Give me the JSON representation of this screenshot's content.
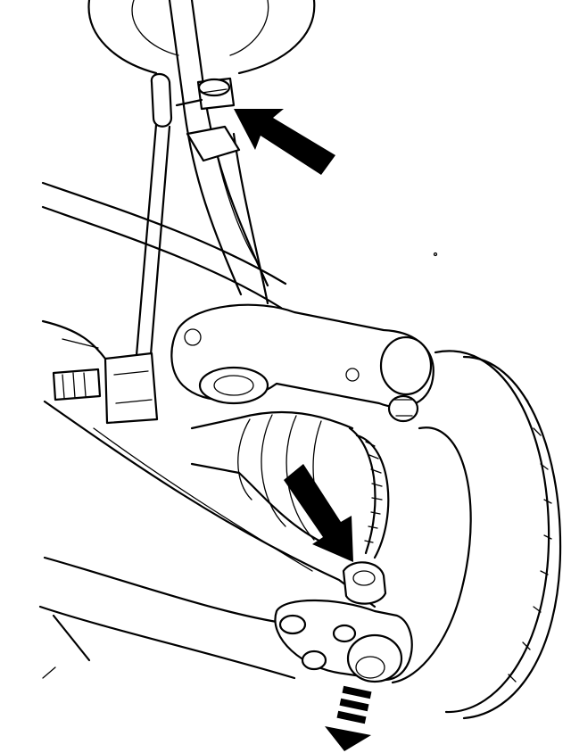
{
  "figure": {
    "kind": "line-drawing",
    "subject": "rear-suspension",
    "callouts": [
      {
        "name": "upper-nut-arrow",
        "style": "solid",
        "direction": "up-left"
      },
      {
        "name": "lower-nut-arrow",
        "style": "solid",
        "direction": "down-right"
      },
      {
        "name": "push-direction-arrow",
        "style": "dashed",
        "direction": "down"
      }
    ],
    "colors": {
      "ink": "#000000",
      "paper": "#ffffff"
    }
  }
}
